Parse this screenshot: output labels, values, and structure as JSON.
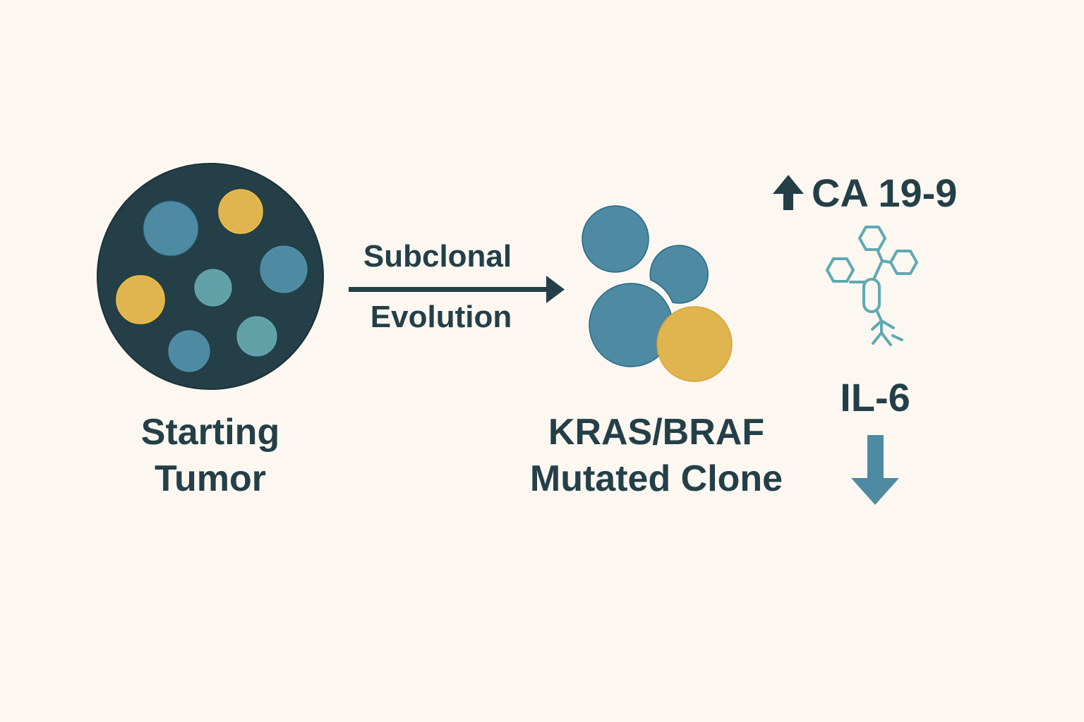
{
  "colors": {
    "background": "#fcf8f1",
    "dark": "#243f47",
    "blue": "#4e8aa1",
    "teal": "#62a0a8",
    "yellow": "#e0b44e",
    "glycan": "#5fa9b3",
    "arrow_down": "#4e8aa1"
  },
  "starting_tumor": {
    "label_line1": "Starting",
    "label_line2": "Tumor",
    "cells": [
      "blue",
      "yellow",
      "blue",
      "yellow",
      "teal",
      "blue",
      "teal"
    ]
  },
  "transition": {
    "label_top": "Subclonal",
    "label_bottom": "Evolution",
    "icon": "arrow-right-icon"
  },
  "mutated_clone": {
    "label_line1": "KRAS/BRAF",
    "label_line2": "Mutated Clone",
    "cells": [
      "blue",
      "blue",
      "blue",
      "yellow"
    ]
  },
  "biomarkers": {
    "ca199": {
      "label": "CA 19-9",
      "direction": "up",
      "icon": "arrow-up-icon"
    },
    "glycan_icon": "glycan-structure-icon",
    "il6": {
      "label": "IL-6",
      "direction": "down",
      "icon": "arrow-down-icon"
    }
  }
}
